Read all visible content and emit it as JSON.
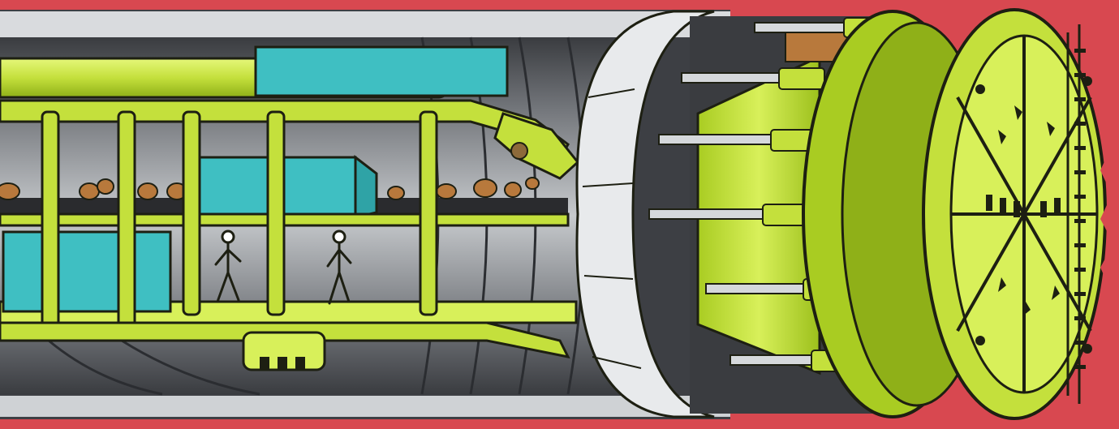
{
  "colors": {
    "background_red": "#d84850",
    "tunnel_shell": "#4a4d52",
    "tunnel_inner": "#8d9196",
    "tunnel_light": "#c9ccd0",
    "machine_green": "#c4e03c",
    "machine_green_dark": "#8fb018",
    "outline": "#1d1f12",
    "conveyor_dark": "#2a2b2e",
    "spoil_brown": "#b8793c",
    "tank_cyan": "#3fbfc2",
    "ring_white": "#e8eaec",
    "ram_silver": "#d5d8db"
  },
  "icons": {
    "cutter_head": "cutter-head-icon",
    "person": "stick-figure-icon",
    "tank": "tank-icon"
  },
  "scene": {
    "figures": 2,
    "rams": 6,
    "support_ribs": 5
  }
}
